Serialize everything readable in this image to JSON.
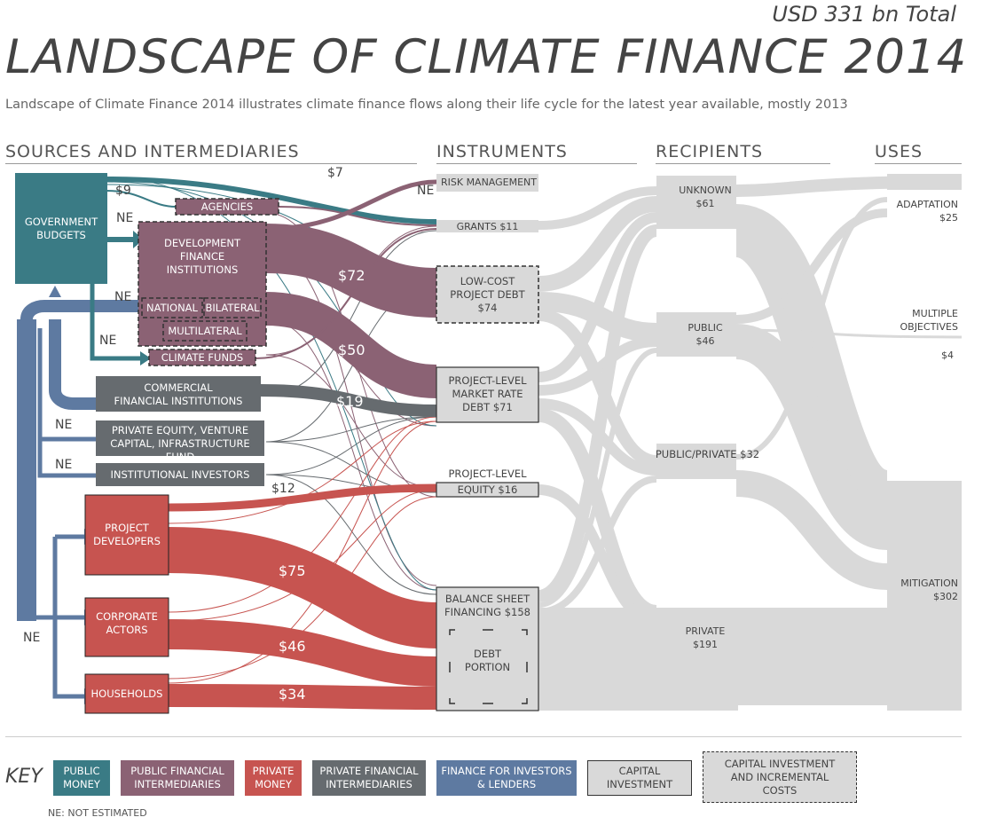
{
  "header": {
    "total": "USD 331 bn Total",
    "title": "LANDSCAPE OF CLIMATE FINANCE 2014",
    "subtitle": "Landscape of Climate Finance 2014 illustrates climate finance flows along their life cycle for the latest year available, mostly 2013"
  },
  "columns": {
    "sources": "SOURCES AND INTERMEDIARIES",
    "instruments": "INSTRUMENTS",
    "recipients": "RECIPIENTS",
    "uses": "USES"
  },
  "colors": {
    "public_money": "#3a7b85",
    "public_financial_intermediaries": "#8b6274",
    "private_money": "#c75450",
    "private_financial_intermediaries": "#666b6f",
    "finance_for_investors": "#5e7aa1",
    "capital_investment": "#d9d9d9"
  },
  "sources": {
    "government_budgets": "GOVERNMENT\nBUDGETS",
    "agencies": "AGENCIES",
    "dfi": "DEVELOPMENT\nFINANCE\nINSTITUTIONS",
    "national": "NATIONAL",
    "bilateral": "BILATERAL",
    "multilateral": "MULTILATERAL",
    "climate_funds": "CLIMATE FUNDS",
    "commercial_fi": "COMMERCIAL\nFINANCIAL INSTITUTIONS",
    "private_equity": "PRIVATE EQUITY, VENTURE\nCAPITAL, INFRASTRUCTURE FUND",
    "institutional_investors": "INSTITUTIONAL INVESTORS",
    "project_developers": "PROJECT\nDEVELOPERS",
    "corporate_actors": "CORPORATE\nACTORS",
    "households": "HOUSEHOLDS"
  },
  "instruments": {
    "risk_management": "RISK MANAGEMENT",
    "grants": "GRANTS $11",
    "low_cost_debt": "LOW-COST\nPROJECT DEBT\n$74",
    "market_rate_debt": "PROJECT-LEVEL\nMARKET RATE\nDEBT $71",
    "equity_label": "PROJECT-LEVEL",
    "equity_box": "EQUITY $16",
    "balance_sheet": "BALANCE SHEET\nFINANCING $158",
    "debt_portion": "DEBT\nPORTION"
  },
  "recipients": {
    "unknown": "UNKNOWN\n$61",
    "public": "PUBLIC\n$46",
    "public_private": "PUBLIC/PRIVATE $32",
    "private": "PRIVATE\n$191"
  },
  "uses": {
    "adaptation": "ADAPTATION\n$25",
    "multiple": "MULTIPLE\nOBJECTIVES",
    "multiple_value": "$4",
    "mitigation": "MITIGATION\n$302"
  },
  "flow_labels": {
    "seven": "$7",
    "nine": "$9",
    "seventy_two": "$72",
    "fifty": "$50",
    "nineteen": "$19",
    "twelve": "$12",
    "seventy_five": "$75",
    "forty_six": "$46",
    "thirty_four": "$34",
    "ne": "NE"
  },
  "key": {
    "title": "KEY",
    "items": [
      "PUBLIC\nMONEY",
      "PUBLIC FINANCIAL\nINTERMEDIARIES",
      "PRIVATE\nMONEY",
      "PRIVATE FINANCIAL\nINTERMEDIARIES",
      "FINANCE FOR INVESTORS\n& LENDERS",
      "CAPITAL\nINVESTMENT",
      "CAPITAL INVESTMENT\nAND INCREMENTAL\nCOSTS"
    ],
    "note": "NE: NOT ESTIMATED"
  }
}
